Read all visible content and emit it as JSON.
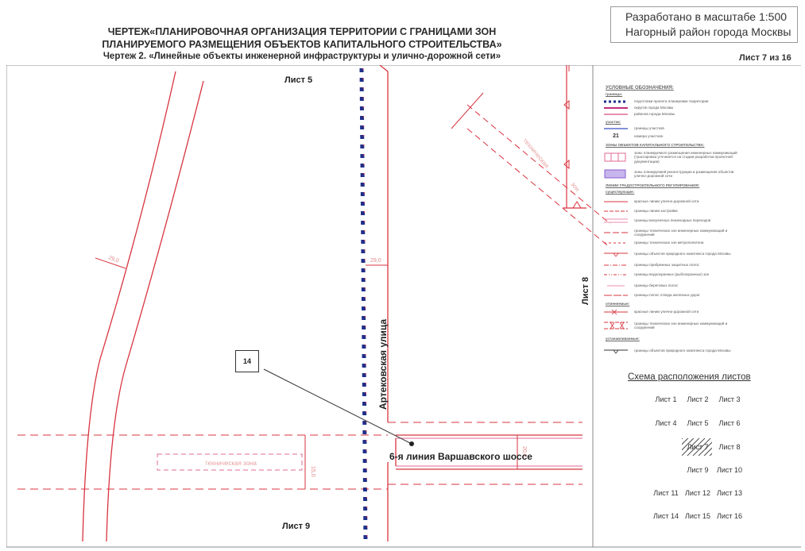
{
  "title": {
    "line1": "ЧЕРТЕЖ«ПЛАНИРОВОЧНАЯ ОРГАНИЗАЦИЯ ТЕРРИТОРИИ С ГРАНИЦАМИ ЗОН",
    "line2": "ПЛАНИРУЕМОГО РАЗМЕЩЕНИЯ ОБЪЕКТОВ КАПИТАЛЬНОГО СТРОИТЕЛЬСТВА»",
    "line3": "Чертеж 2. «Линейные объекты инженерной инфраструктуры и улично-дорожной сети»"
  },
  "stamp": {
    "scale": "Разработано в масштабе 1:500",
    "district": "Нагорный район города Москвы"
  },
  "sheet_number": "Лист 7 из 16",
  "map": {
    "sheet_top": "Лист 5",
    "sheet_bottom": "Лист 9",
    "sheet_right": "Лист 8",
    "street_vertical": "Артековская улица",
    "street_horizontal": "6-я линия Варшавского шоссе",
    "callout": "14",
    "zone_label_left": "техническая зона",
    "zone_label_right_1": "техническая",
    "zone_label_right_2": "зон",
    "dim_1": "29,0",
    "dim_2": "29,0",
    "dim_3": "15,0",
    "dim_4": "20,0"
  },
  "legend": {
    "title": "УСЛОВНЫЕ ОБОЗНАЧЕНИЯ:",
    "h_borders": "границы:",
    "items_borders": [
      "подготовки проекта планировки территории",
      "округов города Москвы",
      "районов города Москвы"
    ],
    "h_parcels": "участки:",
    "items_parcels": [
      "границы участков",
      "номера участков"
    ],
    "parcel_num": "21",
    "h_zones": "ЗОНЫ ОБЪЕКТОВ КАПИТАЛЬНОГО СТРОИТЕЛЬСТВА:",
    "items_zones": [
      "зоны планируемого размещения инженерных коммуникаций (трассировка уточняется на стадии разработки проектной документации)",
      "зоны планируемой реконструкции и размещения объектов улично-дорожной сети"
    ],
    "h_lines": "ЛИНИИ ГРАДОСТРОИТЕЛЬНОГО РЕГУЛИРОВАНИЯ:",
    "h_existing": "существующие:",
    "items_existing": [
      "красные линии улично-дорожной сети",
      "границы линии застройки",
      "границы внеуличных пешеходных переходов",
      "границы технических зон инженерных коммуникаций и сооружений",
      "границы технических зон метрополитена",
      "границы объектов природного комплекса города Москвы",
      "границы прибрежных защитных полос",
      "границы водоохранных (рыбоохранных) зон",
      "границы береговых полос",
      "границы полос отвода железных дорог"
    ],
    "h_cancelled": "отменяемые:",
    "items_cancelled": [
      "красные линии улично-дорожной сети",
      "границы технических зон инженерных коммуникаций и сооружений"
    ],
    "h_established": "устанавливаемые:",
    "items_established": [
      "границы объектов природного комплекса города Москвы"
    ]
  },
  "scheme": {
    "title": "Схема расположения листов",
    "rows": [
      [
        "Лист 1",
        "Лист 2",
        "Лист 3"
      ],
      [
        "Лист 4",
        "Лист 5",
        "Лист 6"
      ],
      [
        "",
        "Лист 7",
        "Лист 8"
      ],
      [
        "",
        "Лист 9",
        "Лист 10"
      ],
      [
        "Лист 11",
        "Лист 12",
        "Лист 13"
      ],
      [
        "Лист 14",
        "Лист 15",
        "Лист 16"
      ]
    ]
  },
  "colors": {
    "red_line": "#d8343f",
    "pink_line": "#e06a96",
    "navy_dots": "#1f2f8a",
    "text": "#222222"
  }
}
